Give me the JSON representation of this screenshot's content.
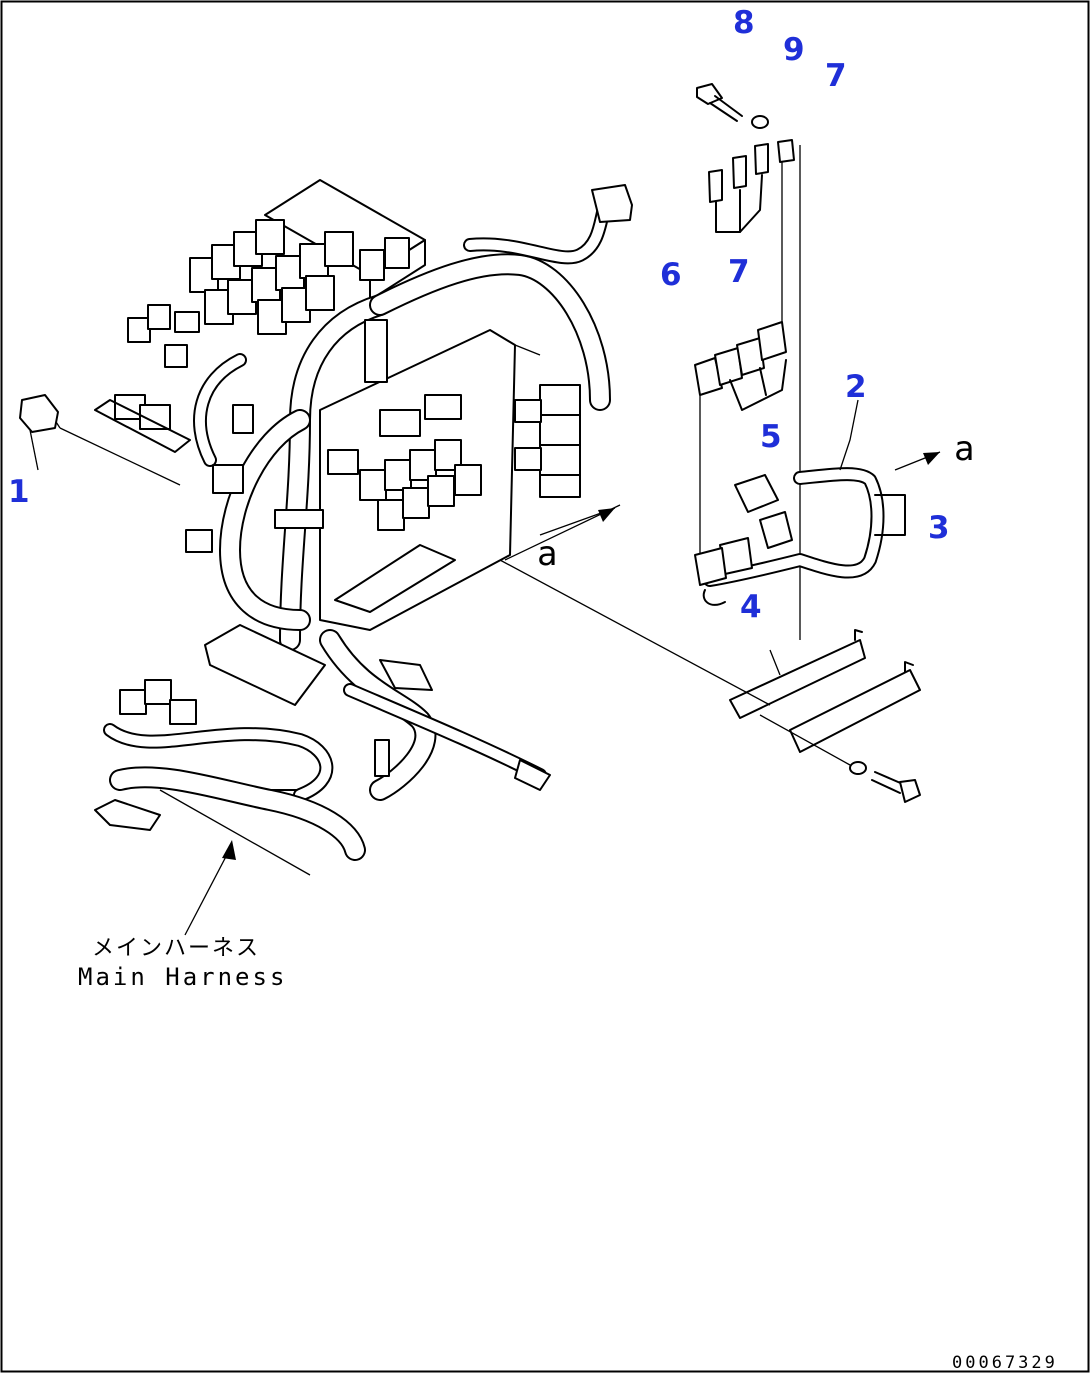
{
  "diagram": {
    "drawing_number": "00067329",
    "callouts": [
      {
        "id": "c1",
        "label": "1"
      },
      {
        "id": "c2",
        "label": "2"
      },
      {
        "id": "c3",
        "label": "3"
      },
      {
        "id": "c4",
        "label": "4"
      },
      {
        "id": "c5",
        "label": "5"
      },
      {
        "id": "c6",
        "label": "6"
      },
      {
        "id": "c7a",
        "label": "7"
      },
      {
        "id": "c7b",
        "label": "7"
      },
      {
        "id": "c8",
        "label": "8"
      },
      {
        "id": "c9",
        "label": "9"
      }
    ],
    "view_refs": [
      {
        "id": "ref-a-left",
        "label": "a"
      },
      {
        "id": "ref-a-right",
        "label": "a"
      }
    ],
    "main_harness": {
      "label_jp": "メインハーネス",
      "label_en": "Main Harness"
    },
    "colors": {
      "callout": "#1f2fd8",
      "line": "#000000",
      "background": "#ffffff"
    }
  }
}
